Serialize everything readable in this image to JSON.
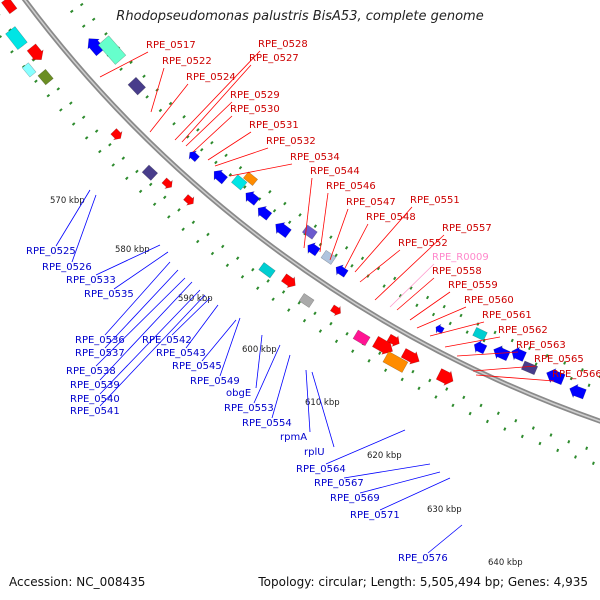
{
  "title": "Rhodopseudomonas palustris BisA53, complete genome",
  "accession_label": "Accession: NC_008435",
  "topology_label": "Topology: circular; Length: 5,505,494 bp; Genes: 4,935",
  "colors": {
    "forward": "#ff0000",
    "reverse": "#0000ff",
    "rna_label": "#ff88cc",
    "backbone": "#999999",
    "tick": "#2e8b2e"
  },
  "ticks": [
    "570 kbp",
    "580 kbp",
    "590 kbp",
    "600 kbp",
    "610 kbp",
    "620 kbp",
    "630 kbp",
    "640 kbp"
  ],
  "forward_labels": [
    "RPE_0517",
    "RPE_0522",
    "RPE_0524",
    "RPE_0528",
    "RPE_0527",
    "RPE_0529",
    "RPE_0530",
    "RPE_0531",
    "RPE_0532",
    "RPE_0534",
    "RPE_0544",
    "RPE_0546",
    "RPE_0547",
    "RPE_0548",
    "RPE_0551",
    "RPE_0552",
    "RPE_0557",
    "RPE_R0009",
    "RPE_0558",
    "RPE_0559",
    "RPE_0560",
    "RPE_0561",
    "RPE_0562",
    "RPE_0563",
    "RPE_0565",
    "RPE_0566"
  ],
  "reverse_labels": [
    "RPE_0525",
    "RPE_0526",
    "RPE_0533",
    "RPE_0535",
    "RPE_0536",
    "RPE_0537",
    "RPE_0538",
    "RPE_0539",
    "RPE_0540",
    "RPE_0541",
    "RPE_0542",
    "RPE_0543",
    "RPE_0545",
    "RPE_0549",
    "obgE",
    "RPE_0553",
    "RPE_0554",
    "rpmA",
    "rplU",
    "RPE_0564",
    "RPE_0567",
    "RPE_0569",
    "RPE_0571",
    "RPE_0576"
  ]
}
